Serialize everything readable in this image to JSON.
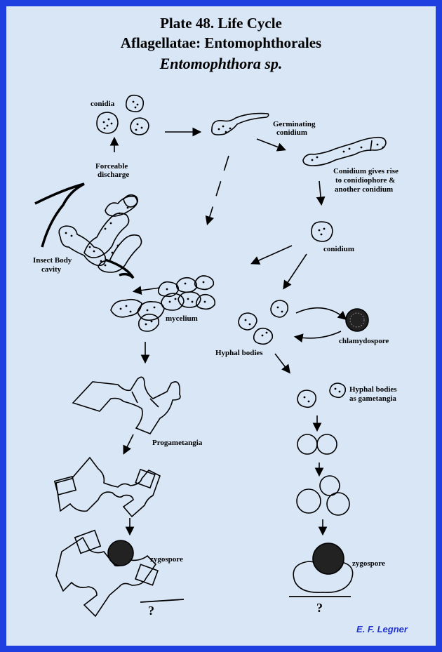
{
  "title": {
    "line1": "Plate 48.  Life Cycle",
    "line2": "Aflagellatae: Entomophthorales",
    "line3": "Entomophthora sp."
  },
  "labels": {
    "conidia": "conidia",
    "forceable_discharge_1": "Forceable",
    "forceable_discharge_2": "discharge",
    "germinating_1": "Germinating",
    "germinating_2": "conidium",
    "gives_rise_1": "Conidium gives rise",
    "gives_rise_2": "to conidiophore &",
    "gives_rise_3": "another conidium",
    "conidium": "conidium",
    "insect_body_1": "Insect Body",
    "insect_body_2": "cavity",
    "mycelium": "mycelium",
    "chlamydospore": "chlamydospore",
    "hyphal_bodies": "Hyphal bodies",
    "gametangia_1": "Hyphal bodies",
    "gametangia_2": "as gametangia",
    "progametangia": "Progametangia",
    "zygospore_left": "zygospore",
    "zygospore_right": "zygospore",
    "question_left": "?",
    "question_right": "?"
  },
  "credit": "E. F. Legner",
  "colors": {
    "border": "#1f3fe0",
    "background": "#d8e6f6",
    "ink": "#000000",
    "credit": "#2233cc"
  }
}
